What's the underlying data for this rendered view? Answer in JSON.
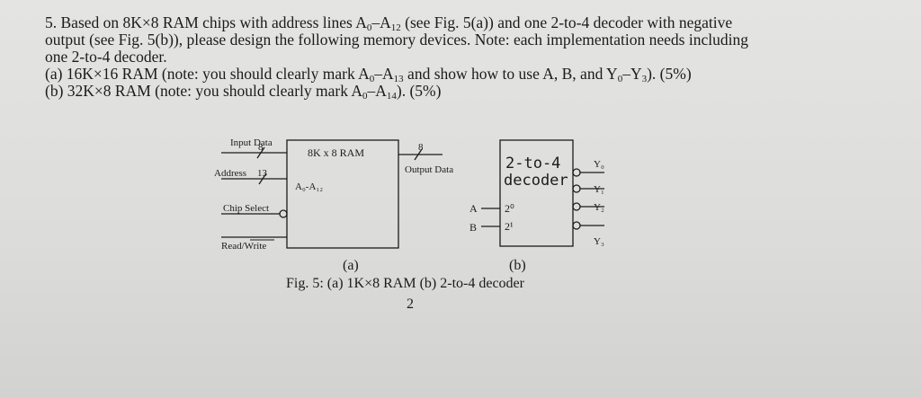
{
  "question": {
    "line1_pre": "5. Based on 8K×8 RAM chips with address lines A",
    "line1_sub1": "0",
    "line1_mid": "–A",
    "line1_sub2": "12",
    "line1_post": " (see Fig. 5(a)) and one 2-to-4 decoder with negative",
    "line2": "output (see Fig. 5(b)), please design the following memory devices. Note: each implementation needs including",
    "line3": "one 2-to-4 decoder.",
    "part_a_pre": "(a) 16K×16 RAM (note: you should clearly mark A",
    "part_a_sub1": "0",
    "part_a_mid": "–A",
    "part_a_sub2": "13",
    "part_a_mid2": " and show how to use A, B, and Y",
    "part_a_sub3": "0",
    "part_a_mid3": "–Y",
    "part_a_sub4": "3",
    "part_a_post": "). (5%)",
    "part_b_pre": "(b) 32K×8 RAM (note: you should clearly mark A",
    "part_b_sub1": "0",
    "part_b_mid": "–A",
    "part_b_sub2": "14",
    "part_b_post": "). (5%)"
  },
  "fig_a": {
    "chip_title": "8K x 8 RAM",
    "input_data_label": "Input Data",
    "input_width": "8",
    "address_label": "Address",
    "address_width": "13",
    "address_range": "A₀-A₁₂",
    "chip_select_label": "Chip Select",
    "read_write_label": "Read/Write",
    "output_width": "8",
    "output_label": "Output Data",
    "caption": "(a)"
  },
  "fig_b": {
    "decoder_line1": "2-to-4",
    "decoder_line2": "decoder",
    "input_a": "A",
    "input_b": "B",
    "in_2_0": "2⁰",
    "in_2_1": "2¹",
    "y0": "Y₀",
    "y1": "Y₁",
    "y2": "Y₂",
    "y3": "Y₃",
    "caption": "(b)"
  },
  "figure_caption": "Fig. 5: (a) 1K×8 RAM (b) 2-to-4 decoder",
  "page_number": "2"
}
